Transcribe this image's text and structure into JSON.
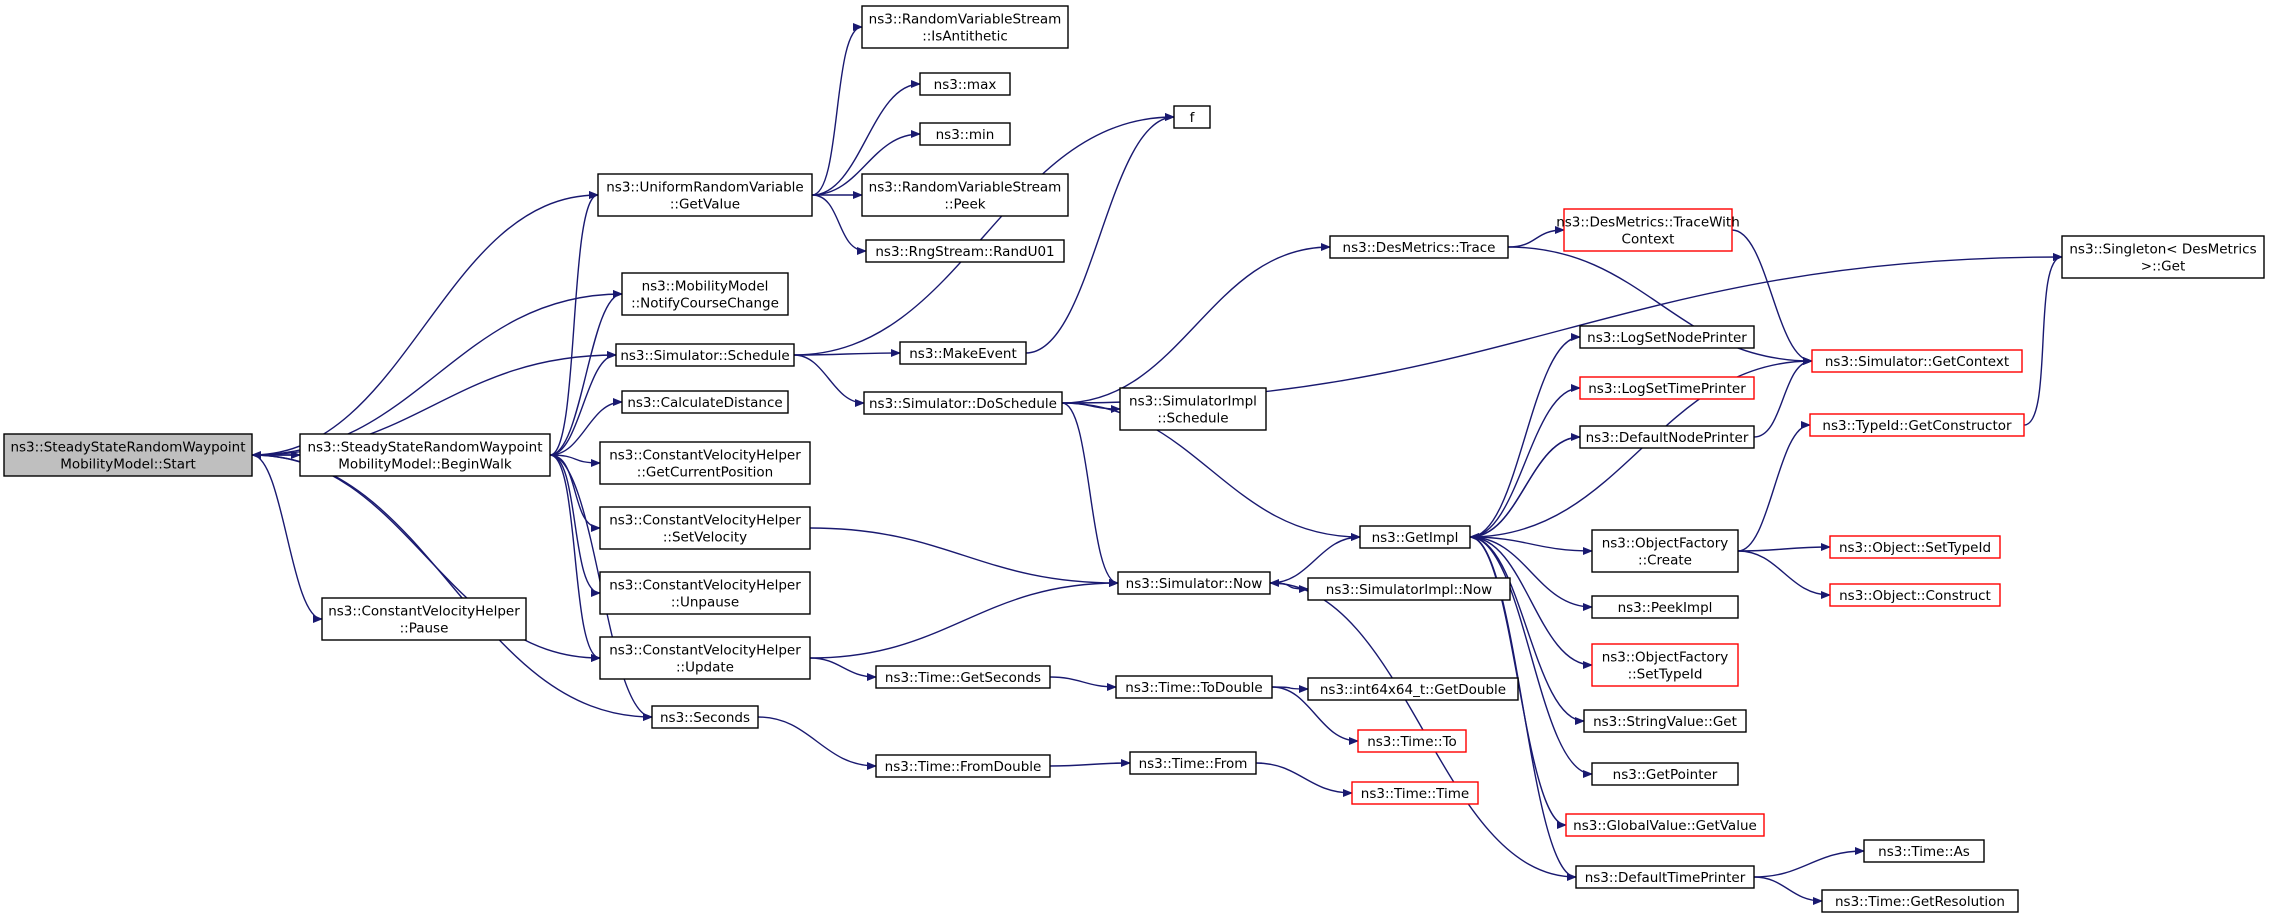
{
  "colors": {
    "edge": "#191970",
    "node_border": "#000000",
    "node_border_truncated": "#ff0000",
    "root_fill": "#bfbfbf",
    "node_fill": "#ffffff"
  },
  "nodes": [
    {
      "id": "start",
      "lines": [
        "ns3::SteadyStateRandomWaypoint",
        "MobilityModel::Start"
      ],
      "root": true
    },
    {
      "id": "beginwalk",
      "lines": [
        "ns3::SteadyStateRandomWaypoint",
        "MobilityModel::BeginWalk"
      ]
    },
    {
      "id": "pause",
      "lines": [
        "ns3::ConstantVelocityHelper",
        "::Pause"
      ]
    },
    {
      "id": "uniform",
      "lines": [
        "ns3::UniformRandomVariable",
        "::GetValue"
      ]
    },
    {
      "id": "notify",
      "lines": [
        "ns3::MobilityModel",
        "::NotifyCourseChange"
      ]
    },
    {
      "id": "schedule",
      "lines": [
        "ns3::Simulator::Schedule"
      ]
    },
    {
      "id": "calcdist",
      "lines": [
        "ns3::CalculateDistance"
      ]
    },
    {
      "id": "getcurpos",
      "lines": [
        "ns3::ConstantVelocityHelper",
        "::GetCurrentPosition"
      ]
    },
    {
      "id": "setvel",
      "lines": [
        "ns3::ConstantVelocityHelper",
        "::SetVelocity"
      ]
    },
    {
      "id": "unpause",
      "lines": [
        "ns3::ConstantVelocityHelper",
        "::Unpause"
      ]
    },
    {
      "id": "update",
      "lines": [
        "ns3::ConstantVelocityHelper",
        "::Update"
      ]
    },
    {
      "id": "seconds",
      "lines": [
        "ns3::Seconds"
      ]
    },
    {
      "id": "isanti",
      "lines": [
        "ns3::RandomVariableStream",
        "::IsAntithetic"
      ]
    },
    {
      "id": "max",
      "lines": [
        "ns3::max"
      ]
    },
    {
      "id": "min",
      "lines": [
        "ns3::min"
      ]
    },
    {
      "id": "peek",
      "lines": [
        "ns3::RandomVariableStream",
        "::Peek"
      ]
    },
    {
      "id": "randu01",
      "lines": [
        "ns3::RngStream::RandU01"
      ]
    },
    {
      "id": "f",
      "lines": [
        "f"
      ]
    },
    {
      "id": "makeevent",
      "lines": [
        "ns3::MakeEvent"
      ]
    },
    {
      "id": "doschedule",
      "lines": [
        "ns3::Simulator::DoSchedule"
      ]
    },
    {
      "id": "simnow",
      "lines": [
        "ns3::Simulator::Now"
      ]
    },
    {
      "id": "getseconds",
      "lines": [
        "ns3::Time::GetSeconds"
      ]
    },
    {
      "id": "fromdouble",
      "lines": [
        "ns3::Time::FromDouble"
      ]
    },
    {
      "id": "desmtrace",
      "lines": [
        "ns3::DesMetrics::Trace"
      ]
    },
    {
      "id": "simimplsched",
      "lines": [
        "ns3::SimulatorImpl",
        "::Schedule"
      ]
    },
    {
      "id": "getimpl",
      "lines": [
        "ns3::GetImpl"
      ]
    },
    {
      "id": "simimplnow",
      "lines": [
        "ns3::SimulatorImpl::Now"
      ]
    },
    {
      "id": "todouble",
      "lines": [
        "ns3::Time::ToDouble"
      ]
    },
    {
      "id": "from",
      "lines": [
        "ns3::Time::From"
      ]
    },
    {
      "id": "tracectx",
      "lines": [
        "ns3::DesMetrics::TraceWith",
        "Context"
      ],
      "truncated": true
    },
    {
      "id": "lognode",
      "lines": [
        "ns3::LogSetNodePrinter"
      ]
    },
    {
      "id": "logtime",
      "lines": [
        "ns3::LogSetTimePrinter"
      ],
      "truncated": true
    },
    {
      "id": "defnode",
      "lines": [
        "ns3::DefaultNodePrinter"
      ]
    },
    {
      "id": "ofcreate",
      "lines": [
        "ns3::ObjectFactory",
        "::Create"
      ]
    },
    {
      "id": "peekimpl",
      "lines": [
        "ns3::PeekImpl"
      ]
    },
    {
      "id": "ofsettype",
      "lines": [
        "ns3::ObjectFactory",
        "::SetTypeId"
      ],
      "truncated": true
    },
    {
      "id": "strget",
      "lines": [
        "ns3::StringValue::Get"
      ]
    },
    {
      "id": "getpointer",
      "lines": [
        "ns3::GetPointer"
      ]
    },
    {
      "id": "globalget",
      "lines": [
        "ns3::GlobalValue::GetValue"
      ],
      "truncated": true
    },
    {
      "id": "deftime",
      "lines": [
        "ns3::DefaultTimePrinter"
      ]
    },
    {
      "id": "getdouble",
      "lines": [
        "ns3::int64x64_t::GetDouble"
      ]
    },
    {
      "id": "timeto",
      "lines": [
        "ns3::Time::To"
      ],
      "truncated": true
    },
    {
      "id": "timetime",
      "lines": [
        "ns3::Time::Time"
      ],
      "truncated": true
    },
    {
      "id": "singleton",
      "lines": [
        "ns3::Singleton< DesMetrics",
        ">::Get"
      ]
    },
    {
      "id": "getctx",
      "lines": [
        "ns3::Simulator::GetContext"
      ],
      "truncated": true
    },
    {
      "id": "getctor",
      "lines": [
        "ns3::TypeId::GetConstructor"
      ],
      "truncated": true
    },
    {
      "id": "objsettype",
      "lines": [
        "ns3::Object::SetTypeId"
      ],
      "truncated": true
    },
    {
      "id": "objconstruct",
      "lines": [
        "ns3::Object::Construct"
      ],
      "truncated": true
    },
    {
      "id": "timeas",
      "lines": [
        "ns3::Time::As"
      ]
    },
    {
      "id": "getres",
      "lines": [
        "ns3::Time::GetResolution"
      ]
    }
  ],
  "edges": [
    {
      "from": "start",
      "to": "beginwalk"
    },
    {
      "from": "start",
      "to": "pause"
    },
    {
      "from": "start",
      "to": "uniform"
    },
    {
      "from": "start",
      "to": "notify"
    },
    {
      "from": "start",
      "to": "schedule"
    },
    {
      "from": "start",
      "to": "update"
    },
    {
      "from": "start",
      "to": "seconds"
    },
    {
      "from": "beginwalk",
      "to": "start"
    },
    {
      "from": "beginwalk",
      "to": "uniform"
    },
    {
      "from": "beginwalk",
      "to": "notify"
    },
    {
      "from": "beginwalk",
      "to": "schedule"
    },
    {
      "from": "beginwalk",
      "to": "calcdist"
    },
    {
      "from": "beginwalk",
      "to": "getcurpos"
    },
    {
      "from": "beginwalk",
      "to": "setvel"
    },
    {
      "from": "beginwalk",
      "to": "unpause"
    },
    {
      "from": "beginwalk",
      "to": "update"
    },
    {
      "from": "beginwalk",
      "to": "seconds"
    },
    {
      "from": "uniform",
      "to": "isanti"
    },
    {
      "from": "uniform",
      "to": "max"
    },
    {
      "from": "uniform",
      "to": "min"
    },
    {
      "from": "uniform",
      "to": "peek"
    },
    {
      "from": "uniform",
      "to": "randu01"
    },
    {
      "from": "schedule",
      "to": "f"
    },
    {
      "from": "schedule",
      "to": "makeevent"
    },
    {
      "from": "schedule",
      "to": "doschedule"
    },
    {
      "from": "makeevent",
      "to": "f"
    },
    {
      "from": "setvel",
      "to": "simnow"
    },
    {
      "from": "update",
      "to": "simnow"
    },
    {
      "from": "update",
      "to": "getseconds"
    },
    {
      "from": "seconds",
      "to": "fromdouble"
    },
    {
      "from": "doschedule",
      "to": "desmtrace"
    },
    {
      "from": "doschedule",
      "to": "singleton"
    },
    {
      "from": "doschedule",
      "to": "simimplsched"
    },
    {
      "from": "doschedule",
      "to": "getimpl"
    },
    {
      "from": "doschedule",
      "to": "simnow"
    },
    {
      "from": "simnow",
      "to": "getimpl"
    },
    {
      "from": "simnow",
      "to": "simimplnow"
    },
    {
      "from": "getseconds",
      "to": "todouble"
    },
    {
      "from": "fromdouble",
      "to": "from"
    },
    {
      "from": "desmtrace",
      "to": "tracectx"
    },
    {
      "from": "desmtrace",
      "to": "getctx"
    },
    {
      "from": "tracectx",
      "to": "getctx"
    },
    {
      "from": "getctx",
      "to": "getimpl"
    },
    {
      "from": "getimpl",
      "to": "lognode"
    },
    {
      "from": "getimpl",
      "to": "logtime"
    },
    {
      "from": "getimpl",
      "to": "defnode"
    },
    {
      "from": "getimpl",
      "to": "ofcreate"
    },
    {
      "from": "getimpl",
      "to": "peekimpl"
    },
    {
      "from": "getimpl",
      "to": "ofsettype"
    },
    {
      "from": "getimpl",
      "to": "strget"
    },
    {
      "from": "getimpl",
      "to": "getpointer"
    },
    {
      "from": "getimpl",
      "to": "globalget"
    },
    {
      "from": "getimpl",
      "to": "deftime"
    },
    {
      "from": "defnode",
      "to": "getimpl"
    },
    {
      "from": "defnode",
      "to": "getctx"
    },
    {
      "from": "deftime",
      "to": "simnow"
    },
    {
      "from": "deftime",
      "to": "timeas"
    },
    {
      "from": "deftime",
      "to": "getres"
    },
    {
      "from": "ofcreate",
      "to": "getctor"
    },
    {
      "from": "ofcreate",
      "to": "objsettype"
    },
    {
      "from": "ofcreate",
      "to": "objconstruct"
    },
    {
      "from": "getctor",
      "to": "singleton"
    },
    {
      "from": "todouble",
      "to": "getdouble"
    },
    {
      "from": "todouble",
      "to": "timeto"
    },
    {
      "from": "from",
      "to": "timetime"
    }
  ]
}
